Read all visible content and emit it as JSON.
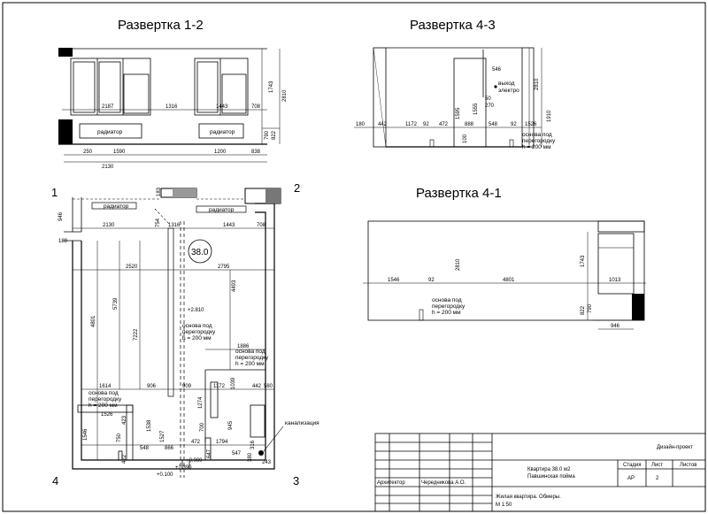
{
  "titles": {
    "elev12": "Развертка 1-2",
    "elev43": "Развертка 4-3",
    "elev41": "Развертка 4-1"
  },
  "corners": {
    "c1": "1",
    "c2": "2",
    "c3": "3",
    "c4": "4"
  },
  "labels": {
    "radiator": "радиатор",
    "outlet1": "выход",
    "outlet2": "электро",
    "base1": "основа под",
    "base2": "перегородку",
    "base3": "h = 200 мм",
    "sewer": "канализация",
    "area": "38.0",
    "level_plus": "+2.810",
    "level_zero": "+0.000",
    "level_100": "+0.100",
    "level_2390": "+2.390"
  },
  "dims_e12": {
    "d2187": "2187",
    "d1316": "1316",
    "d1443": "1443",
    "d708": "708",
    "d1743": "1743",
    "d2810": "2810",
    "d790": "790",
    "d822": "822",
    "d250": "250",
    "d1590": "1590",
    "d1200": "1200",
    "d838": "838",
    "d2130": "2130"
  },
  "dims_e43": {
    "d180": "180",
    "d442": "442",
    "d1172": "1172",
    "d92": "92",
    "d472": "472",
    "d888": "888",
    "d548": "548",
    "d92b": "92",
    "d1526": "1526",
    "d1595": "1595",
    "d1555": "1555",
    "d100": "100",
    "d2810": "2810",
    "d1910": "1910",
    "d270": "270",
    "d50": "50",
    "d546": "546"
  },
  "dims_e41": {
    "d1546": "1546",
    "d92": "92",
    "d2810": "2810",
    "d4801": "4801",
    "d1013": "1013",
    "d1743": "1743",
    "d822": "822",
    "d790": "790",
    "d946": "946"
  },
  "dims_plan": {
    "d189": "189",
    "d946": "946",
    "d2130": "2130",
    "d754": "754",
    "d1316": "1316",
    "d1443": "1443",
    "d708": "708",
    "d2520": "2520",
    "d2795": "2795",
    "d4493": "4493",
    "d4801": "4801",
    "d5739": "5739",
    "d7222": "7222",
    "d1886": "1886",
    "d1614": "1614",
    "d906": "906",
    "d909": "909",
    "d1172": "1172",
    "d1039": "1039",
    "d442": "442",
    "d580": "580",
    "d1274": "1274",
    "d1526": "1526",
    "d423": "423",
    "d700": "700",
    "d945": "945",
    "d1546": "1546",
    "d750": "750",
    "d1538": "1538",
    "d1527": "1527",
    "d472": "472",
    "d1794": "1794",
    "d548": "548",
    "d866": "866",
    "d647": "647",
    "d547": "547",
    "d316": "316",
    "d243": "243",
    "d183": "183",
    "d380": "380",
    "d422": "422"
  },
  "title_block": {
    "project_type": "Дизайн-проект",
    "apartment": "Квартира 38.0 м2",
    "location": "Павшинская пойма",
    "col_stage": "Стадия",
    "col_sheet": "Лист",
    "col_sheets": "Листов",
    "stage": "АР",
    "sheet": "2",
    "role": "Архитектор",
    "author": "Чередникова А.О.",
    "drawing1": "Жилая квартира. Обмеры.",
    "scale": "М 1:50"
  }
}
